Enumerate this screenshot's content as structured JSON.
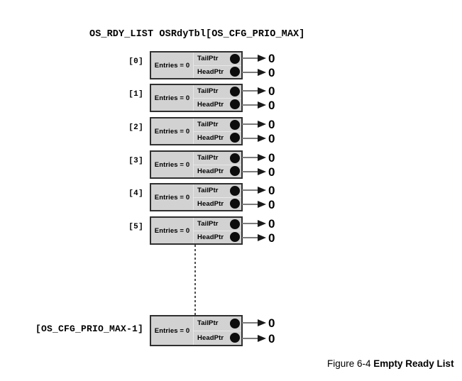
{
  "title": "OS_RDY_LIST OSRdyTbl[OS_CFG_PRIO_MAX]",
  "caption": {
    "prefix": "Figure 6-4 ",
    "bold_title": "Empty Ready List"
  },
  "colors": {
    "box_fill": "#d2d2d2",
    "box_border": "#303030",
    "dot": "#0d0d0d",
    "arrow_line": "#7b7b7b",
    "arrow_head": "#1a1a1a",
    "text": "#000000"
  },
  "connector": {
    "style": "dashed-vertical"
  },
  "rows": [
    {
      "index_label": "[0]",
      "entries": "Entries = 0",
      "tail_label": "TailPtr",
      "head_label": "HeadPtr",
      "tail_value": "0",
      "head_value": "0"
    },
    {
      "index_label": "[1]",
      "entries": "Entries = 0",
      "tail_label": "TailPtr",
      "head_label": "HeadPtr",
      "tail_value": "0",
      "head_value": "0"
    },
    {
      "index_label": "[2]",
      "entries": "Entries = 0",
      "tail_label": "TailPtr",
      "head_label": "HeadPtr",
      "tail_value": "0",
      "head_value": "0"
    },
    {
      "index_label": "[3]",
      "entries": "Entries = 0",
      "tail_label": "TailPtr",
      "head_label": "HeadPtr",
      "tail_value": "0",
      "head_value": "0"
    },
    {
      "index_label": "[4]",
      "entries": "Entries = 0",
      "tail_label": "TailPtr",
      "head_label": "HeadPtr",
      "tail_value": "0",
      "head_value": "0"
    },
    {
      "index_label": "[5]",
      "entries": "Entries = 0",
      "tail_label": "TailPtr",
      "head_label": "HeadPtr",
      "tail_value": "0",
      "head_value": "0"
    },
    {
      "index_label": "[OS_CFG_PRIO_MAX-1]",
      "entries": "Entries = 0",
      "tail_label": "TailPtr",
      "head_label": "HeadPtr",
      "tail_value": "0",
      "head_value": "0"
    }
  ]
}
